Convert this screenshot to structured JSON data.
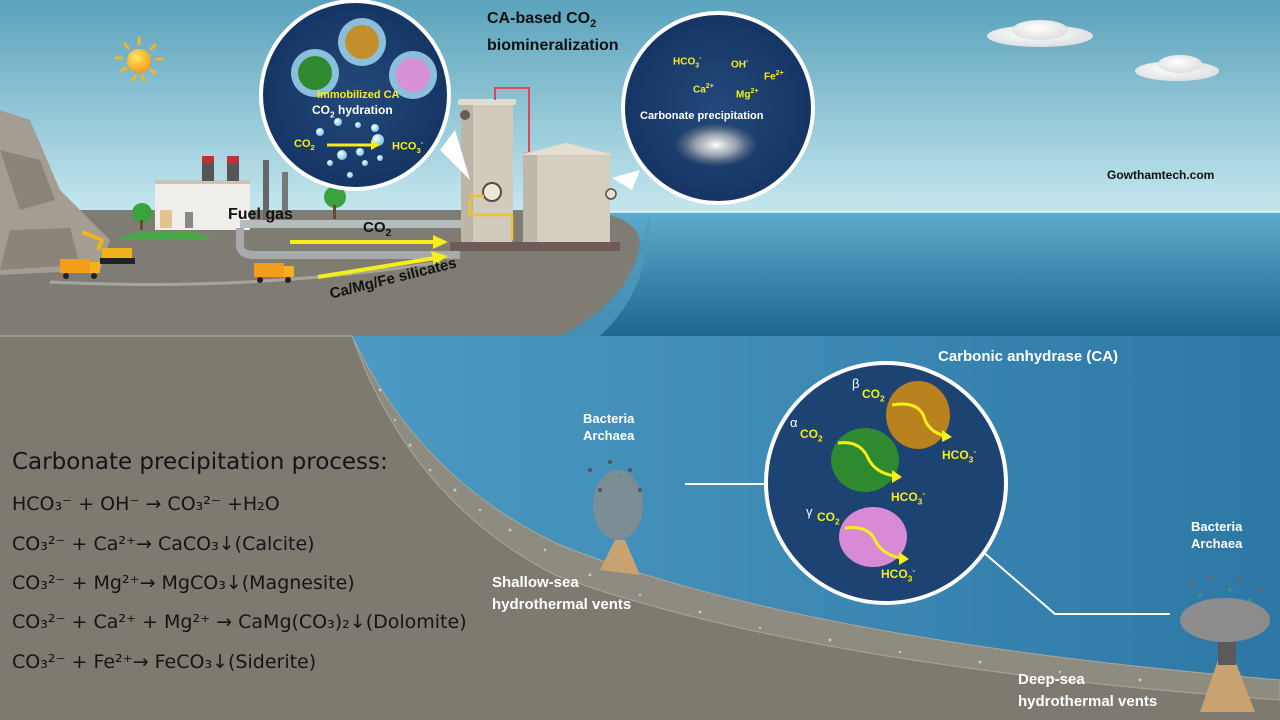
{
  "colors": {
    "sky_top": "#5fa6be",
    "sky_bottom": "#c4e6ee",
    "land": "#7d7b72",
    "ocean_surface": "#5aa9cc",
    "ocean_deep": "#1e6a92",
    "sea_water": "#57a6cc",
    "bubble_bg": "#1c3f6e",
    "highlight_text": "#f5ee1a",
    "arrow": "#f5ee1a"
  },
  "header": {
    "title_line1": "CA-based CO",
    "title_sub": "2",
    "title_line2": "biomineralization"
  },
  "watermark": "Gowthamtech.com",
  "left_bubble": {
    "label": "Immobilized CA",
    "subtitle_pre": "CO",
    "subtitle_sub": "2",
    "subtitle_post": " hydration",
    "reactant": "CO",
    "reactant_sub": "2",
    "product": "HCO",
    "product_sub": "3",
    "product_sup": "-"
  },
  "right_bubble": {
    "ions": [
      {
        "base": "HCO",
        "sub": "3",
        "sup": "-"
      },
      {
        "base": "OH",
        "sub": "",
        "sup": "-"
      },
      {
        "base": "Fe",
        "sub": "",
        "sup": "2+"
      },
      {
        "base": "Ca",
        "sub": "",
        "sup": "2+"
      },
      {
        "base": "Mg",
        "sub": "",
        "sup": "2+"
      }
    ],
    "label": "Carbonate precipitation"
  },
  "flows": {
    "fuel_gas": "Fuel gas",
    "co2_base": "CO",
    "co2_sub": "2",
    "silicates": "Ca/Mg/Fe silicates"
  },
  "ca_bubble": {
    "title": "Carbonic anhydrase (CA)",
    "enzymes": [
      {
        "greek": "β",
        "reactant": "CO",
        "reactant_sub": "2",
        "product": "HCO",
        "product_sub": "3",
        "product_sup": "-",
        "color": "#b8821e"
      },
      {
        "greek": "α",
        "reactant": "CO",
        "reactant_sub": "2",
        "product": "HCO",
        "product_sub": "3",
        "product_sup": "-",
        "color": "#2e8a2e"
      },
      {
        "greek": "γ",
        "reactant": "CO",
        "reactant_sub": "2",
        "product": "HCO",
        "product_sub": "3",
        "product_sup": "-",
        "color": "#d98ad6"
      }
    ]
  },
  "vents": {
    "shallow_microbes_1": "Bacteria",
    "shallow_microbes_2": "Archaea",
    "shallow_label_1": "Shallow-sea",
    "shallow_label_2": "hydrothermal vents",
    "deep_microbes_1": "Bacteria",
    "deep_microbes_2": "Archaea",
    "deep_label_1": "Deep-sea",
    "deep_label_2": "hydrothermal vents"
  },
  "process": {
    "title": "Carbonate precipitation process:",
    "equations": [
      "HCO₃⁻ + OH⁻ → CO₃²⁻ +H₂O",
      "CO₃²⁻ + Ca²⁺→ CaCO₃↓(Calcite)",
      "CO₃²⁻ + Mg²⁺→ MgCO₃↓(Magnesite)",
      "CO₃²⁻ + Ca²⁺ + Mg²⁺ → CaMg(CO₃)₂↓(Dolomite)",
      "CO₃²⁻ + Fe²⁺→ FeCO₃↓(Siderite)"
    ]
  }
}
